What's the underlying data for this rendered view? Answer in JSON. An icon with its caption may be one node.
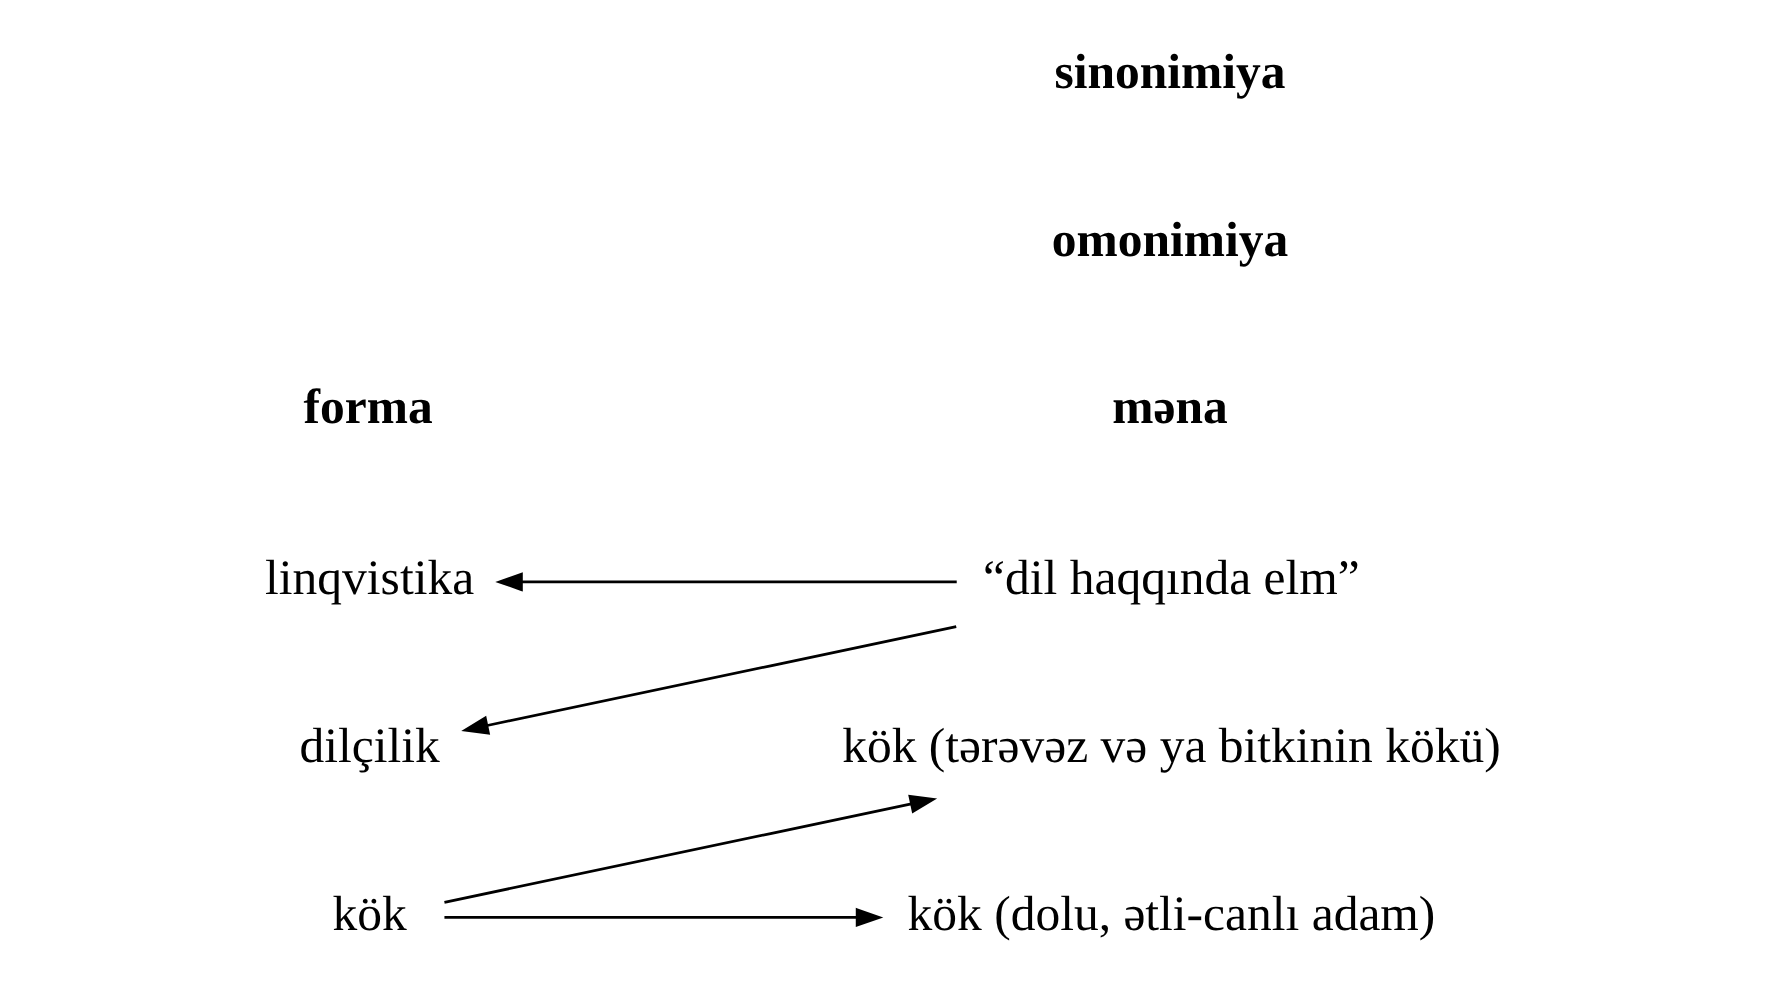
{
  "diagram": {
    "nodes": [
      {
        "text": [
          "kök"
        ]
      },
      {
        "text": [
          "kök (tərəvəz və ya bitkinin kökü)"
        ]
      },
      {
        "text": [
          "kök (dolu, ətli-canlı adam)"
        ]
      },
      {
        "text": [
          "linqvistika"
        ]
      },
      {
        "text": [
          "dilçilik"
        ]
      },
      {
        "text": [
          "“dil haqqında elm”"
        ]
      }
    ],
    "edges": [
      {
        "from": 0,
        "to": 1,
        "arrow": "to"
      },
      {
        "from": 0,
        "to": 2,
        "arrow": "to"
      },
      {
        "from": 5,
        "to": 3,
        "arrow": "to"
      },
      {
        "from": 5,
        "to": 4,
        "arrow": "to"
      }
    ],
    "labels": [
      "forma",
      "məna",
      "omonimiya",
      "sinonimiya"
    ]
  }
}
